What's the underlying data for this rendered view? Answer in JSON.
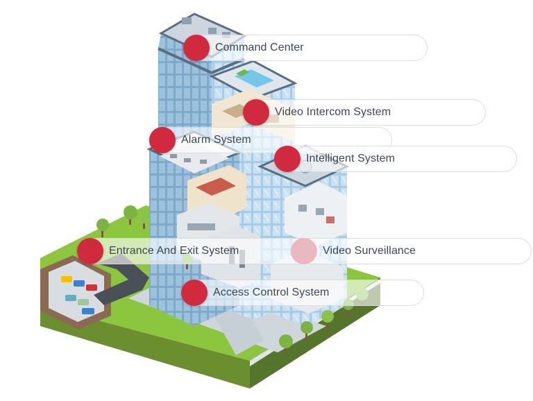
{
  "hotspots": [
    {
      "label": "Command Center",
      "state": "active"
    },
    {
      "label": "Video Intercom System",
      "state": "active"
    },
    {
      "label": "Alarm System",
      "state": "active"
    },
    {
      "label": "Intelligent System",
      "state": "active"
    },
    {
      "label": "Entrance And Exit System",
      "state": "active"
    },
    {
      "label": "Video Surveillance",
      "state": "faded"
    },
    {
      "label": "Access Control System",
      "state": "active"
    }
  ],
  "colors": {
    "marker_active": "#d12a3e",
    "marker_faded": "#eab8c0",
    "label_text": "#3e4654",
    "grass": "#8cc63f",
    "glass": "#b9d6ea",
    "frame": "#5a6f84"
  },
  "icons": [
    "tree-icon",
    "car-icon"
  ]
}
